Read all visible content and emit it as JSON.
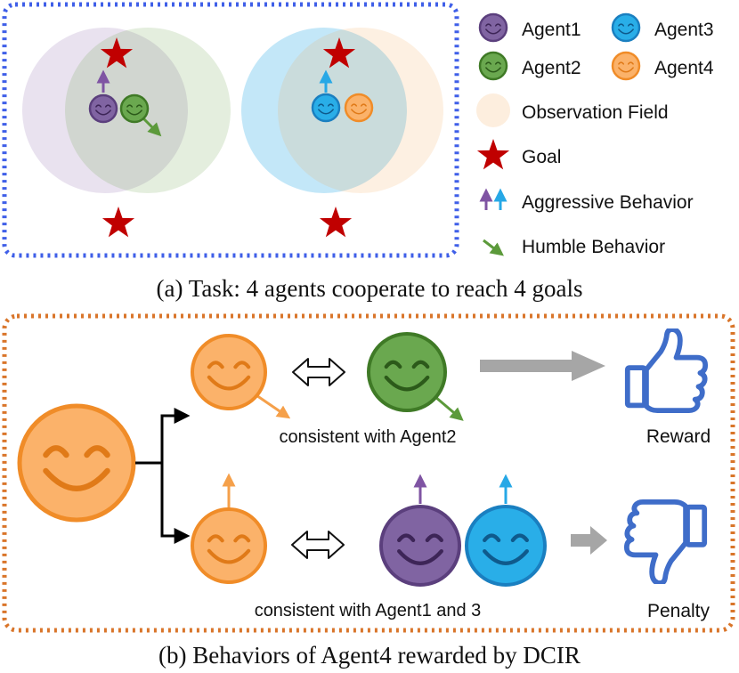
{
  "colors": {
    "agent1": "#7f54a3",
    "agent2": "#5c9a3b",
    "agent3": "#27a8e6",
    "agent4": "#f5a04a",
    "goal": "#c00000",
    "panel_a_border": "#3f5fe8",
    "panel_b_border": "#d9752a",
    "thumb": "#3f6dc9",
    "big_arrow": "#a6a6a6"
  },
  "legend": {
    "agent1": "Agent1",
    "agent2": "Agent2",
    "agent3": "Agent3",
    "agent4": "Agent4",
    "observation_field": "Observation Field",
    "goal": "Goal",
    "aggressive": "Aggressive Behavior",
    "humble": "Humble Behavior"
  },
  "captions": {
    "a": "(a) Task: 4 agents cooperate to reach 4 goals",
    "b": "(b) Behaviors of Agent4 rewarded by DCIR"
  },
  "panel_b": {
    "top_label": "consistent with Agent2",
    "bottom_label": "consistent with Agent1 and 3",
    "reward": "Reward",
    "penalty": "Penalty"
  },
  "icons": {
    "smiley": "smiley-face-icon",
    "goal": "star-icon",
    "equivalence": "double-arrow-icon",
    "reward": "thumbs-up-icon",
    "penalty": "thumbs-down-icon"
  }
}
